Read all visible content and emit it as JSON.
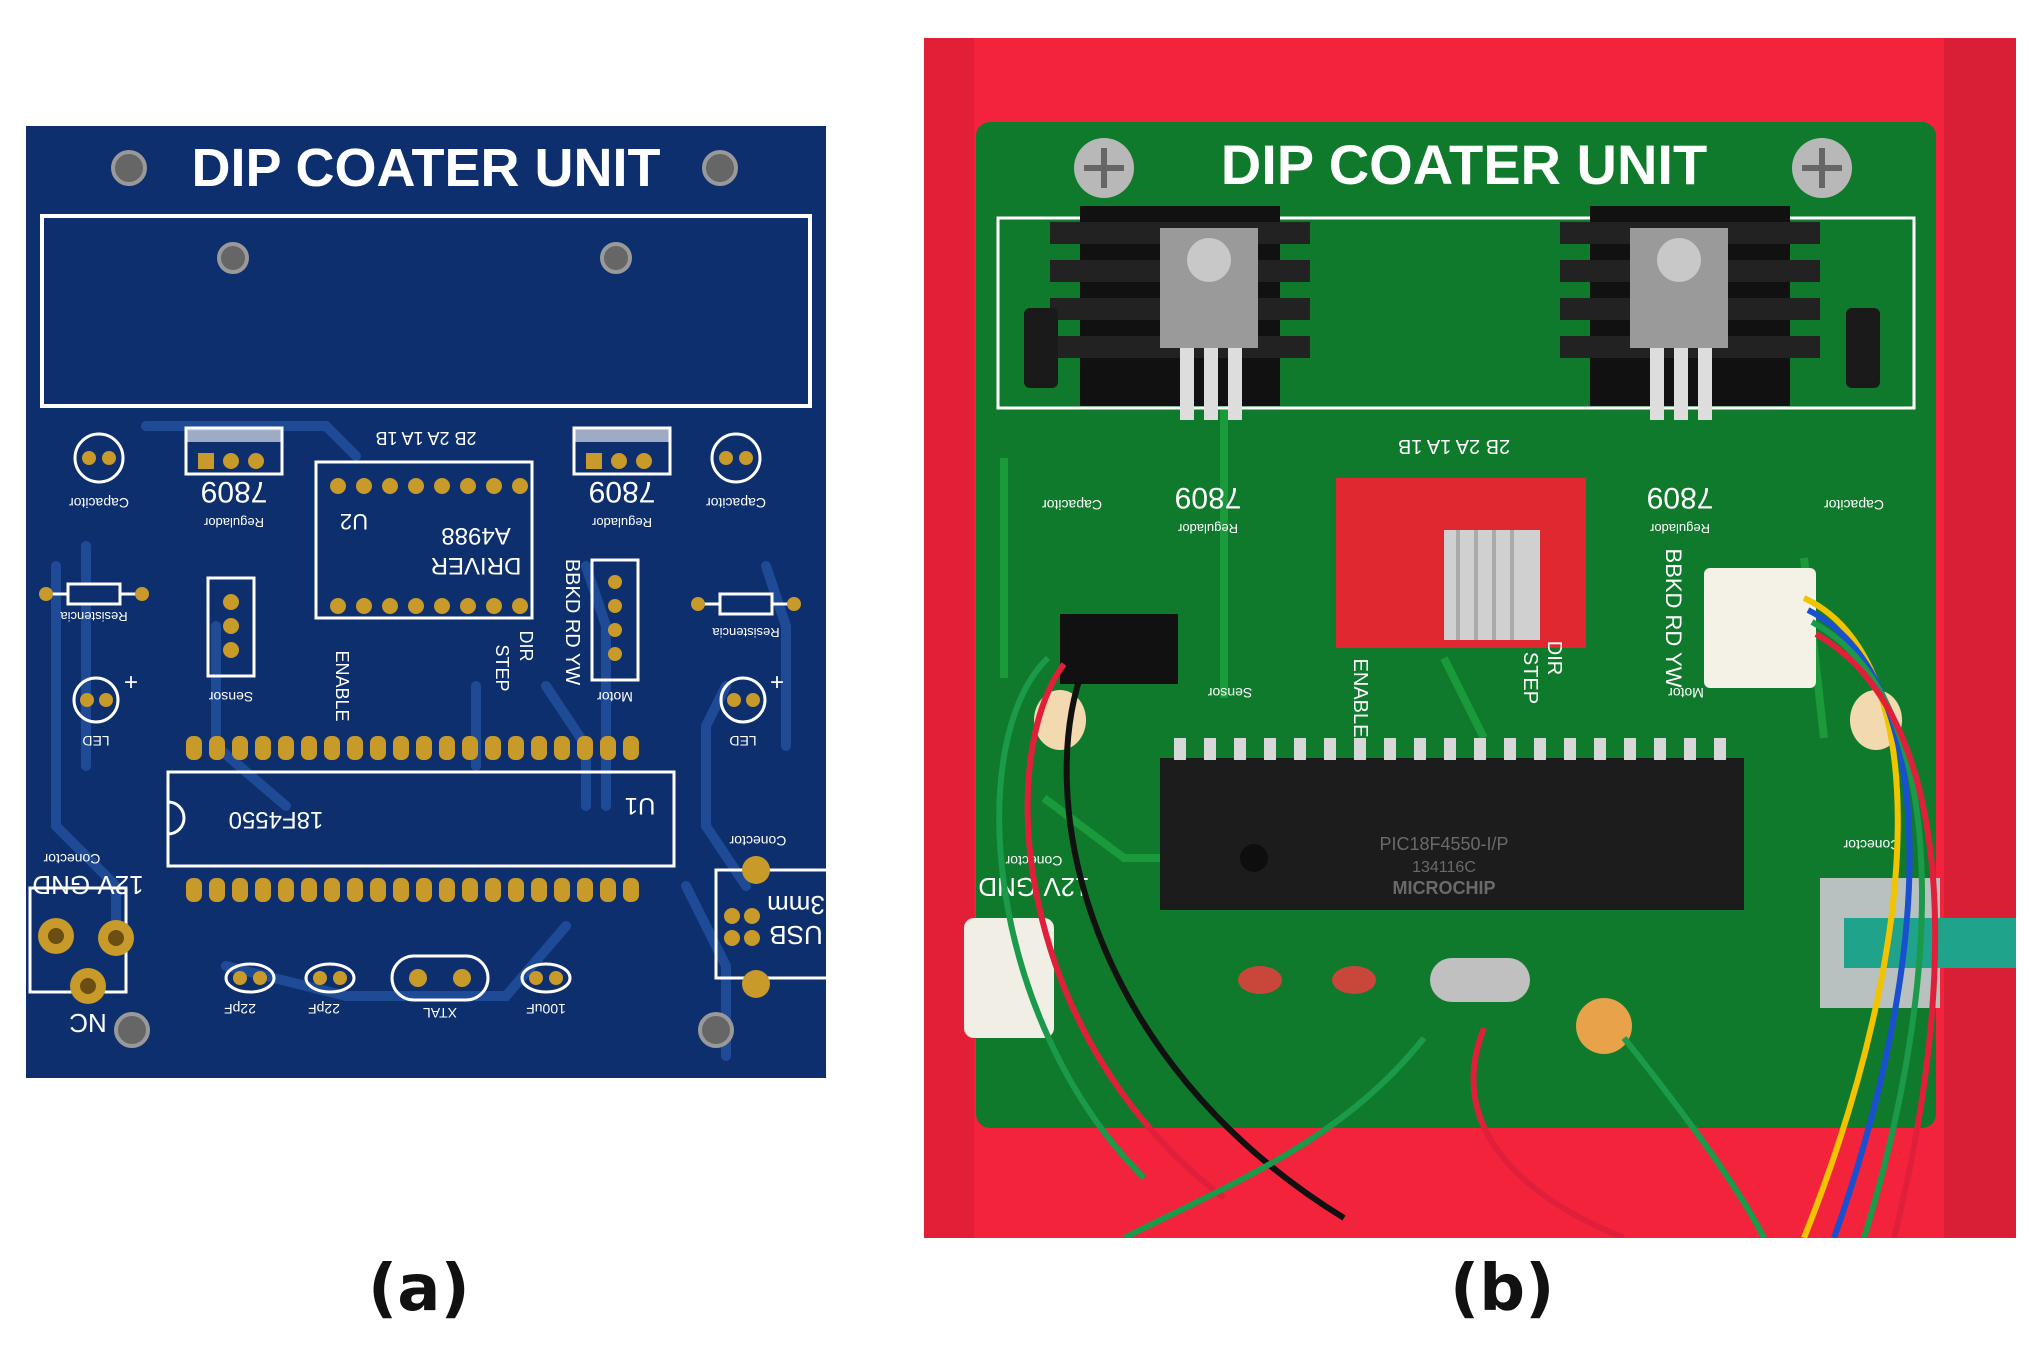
{
  "figure": {
    "panel_a_caption": "(a)",
    "panel_b_caption": "(b)"
  },
  "pcb_render": {
    "title": "DIP COATER UNIT",
    "regulator_left": "7809",
    "regulator_right": "7809",
    "regulator_label": "Regulador",
    "capacitor_label": "Capacitor",
    "resistor_label": "Resistencia",
    "sensor_label": "Sensor",
    "led_label": "LED",
    "motor_label": "Motor",
    "motor_pins": "BBKD RD YW",
    "driver_ref": "U2",
    "driver_model": "A4988",
    "driver_name": "DRIVER",
    "driver_top_pins": "2B 2A 1A 1B",
    "driver_enable": "ENABLE",
    "driver_step": "STEP",
    "driver_dir": "DIR",
    "mcu_ref": "U1",
    "mcu_part": "18F4550",
    "power_label": "12V GND",
    "nc_label": "NC",
    "conector_label": "Conector",
    "usb_label": "USB",
    "usb_sub": "3mm",
    "cap1_label": "22pF",
    "cap2_label": "22pF",
    "xtal_label": "XTAL",
    "cap3_label": "100uF",
    "colors": {
      "board": "#0d2f6e",
      "silk": "#ffffff",
      "pad": "#c89a2a"
    }
  },
  "pcb_photo": {
    "title": "DIP COATER UNIT",
    "regulator_left": "7809",
    "regulator_right": "7809",
    "regulator_label": "Regulador",
    "capacitor_label": "Capacitor",
    "sensor_label": "Sensor",
    "motor_label": "Motor",
    "motor_pins": "BBKD RD YW",
    "driver_top_pins": "2B 2A 1A 1B",
    "driver_enable": "ENABLE",
    "driver_step": "STEP",
    "driver_dir": "DIR",
    "mcu_marking": "PIC18F4550-I/P",
    "mcu_code": "134116C",
    "mcu_brand": "MICROCHIP",
    "power_label": "12V GND",
    "conector_label": "Conector",
    "colors": {
      "enclosure": "#f2233b",
      "board": "#0f7a2b",
      "silk": "#ffffff"
    }
  }
}
